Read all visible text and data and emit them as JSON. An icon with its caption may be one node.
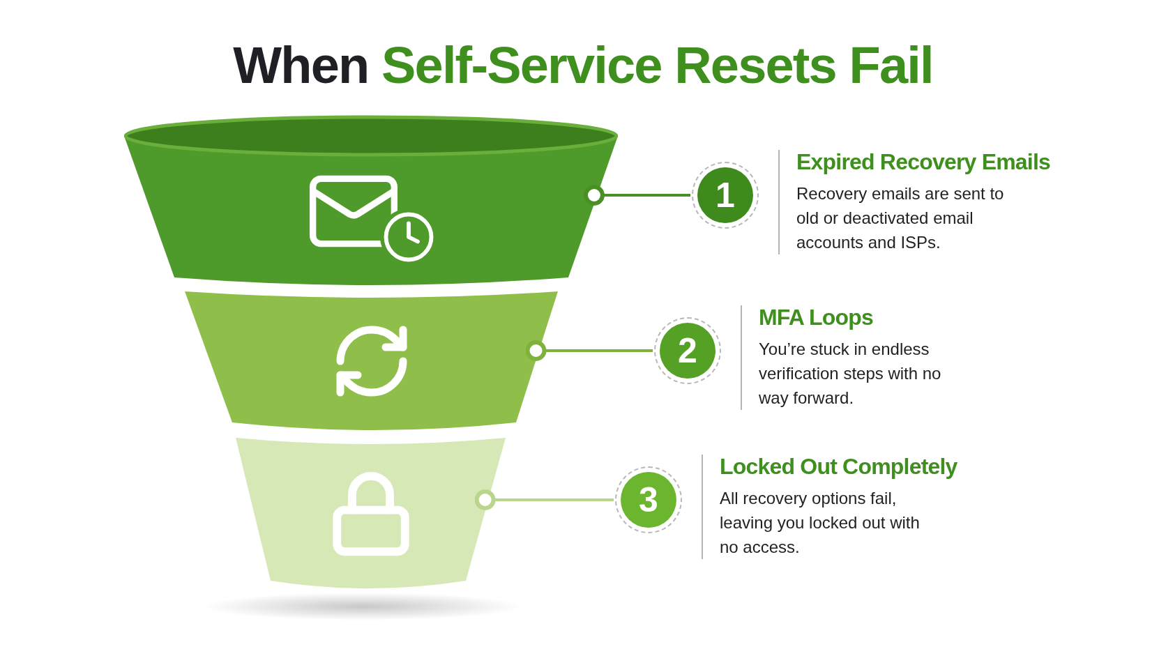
{
  "diagram": {
    "title": "When Self-Service Resets Fail",
    "nodes": [
      {
        "text": [],
        "shape": "trapezoid"
      },
      {
        "text": [],
        "shape": "trapezoid"
      },
      {
        "text": [],
        "shape": "trapezoid"
      },
      {
        "text": [
          "1"
        ],
        "beside": [
          "Expired Recovery Emails",
          "Recovery emails are sent to old or deactivated email accounts and ISPs."
        ]
      },
      {
        "text": [
          "2"
        ],
        "beside": [
          "MFA Loops",
          "You’re stuck in endless verification steps with no way forward."
        ]
      },
      {
        "text": [
          "3"
        ],
        "beside": [
          "Locked Out Completely",
          "All recovery options fail, leaving you locked out with no access."
        ]
      }
    ],
    "edges": [
      {
        "from": 0,
        "to": 3,
        "arrow": "other",
        "color": "#4a8f26"
      },
      {
        "from": 1,
        "to": 4,
        "arrow": "other",
        "color": "#7fb23c"
      },
      {
        "from": 2,
        "to": 5,
        "arrow": "other",
        "color": "#b9d68c"
      }
    ]
  }
}
